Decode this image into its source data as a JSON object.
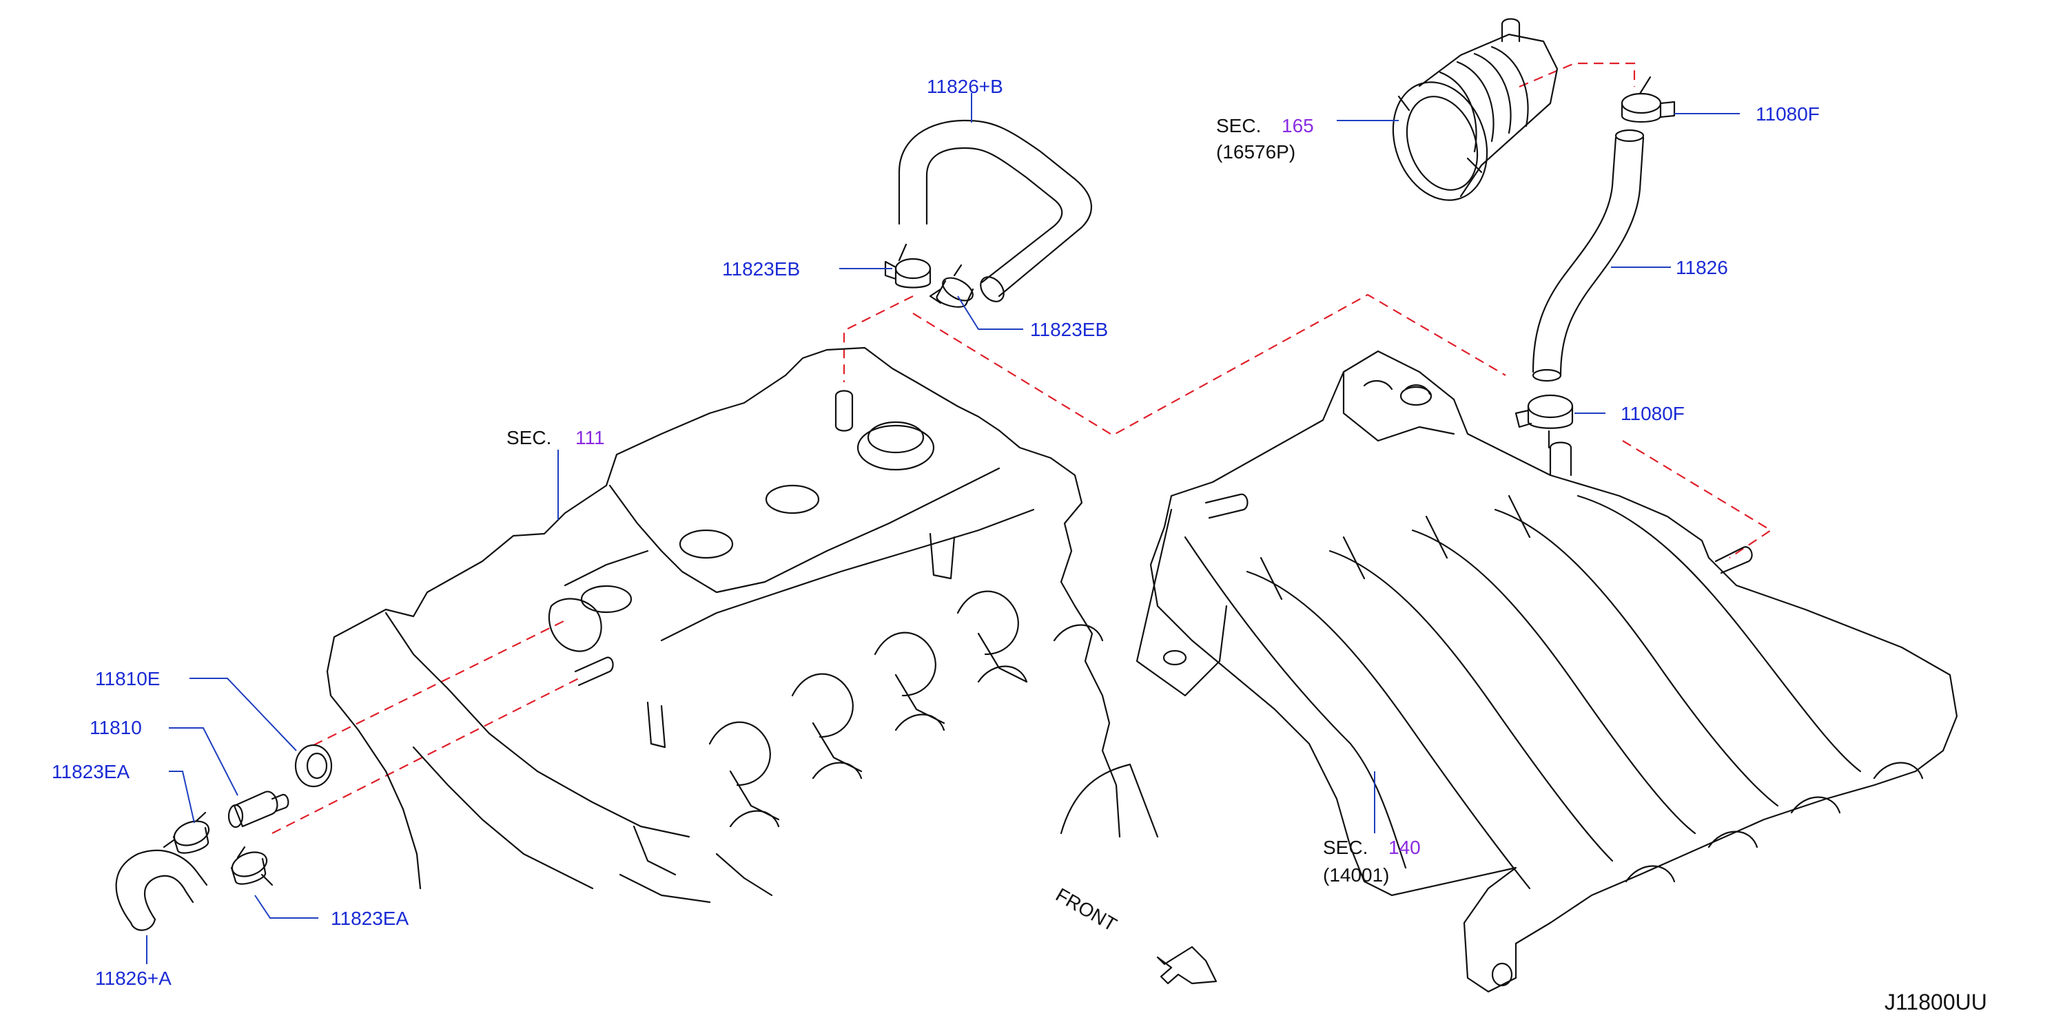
{
  "diagram_id": "J11800UU",
  "front_label": "FRONT",
  "sections": [
    {
      "prefix": "SEC.",
      "number": "165",
      "sub": "(16576P)"
    },
    {
      "prefix": "SEC.",
      "number": "111",
      "sub": ""
    },
    {
      "prefix": "SEC.",
      "number": "140",
      "sub": "(14001)"
    }
  ],
  "parts": {
    "p11826B": "11826+B",
    "p11823EB_left": "11823EB",
    "p11823EB_right": "11823EB",
    "p11080F_top": "11080F",
    "p11826": "11826",
    "p11080F_mid": "11080F",
    "p11810E": "11810E",
    "p11810": "11810",
    "p11823EA_top": "11823EA",
    "p11823EA_bottom": "11823EA",
    "p11826A": "11826+A"
  },
  "colors": {
    "part_label": "#1a2bd4",
    "section_number": "#8a2be2",
    "dashed_guide": "#e0202a"
  }
}
